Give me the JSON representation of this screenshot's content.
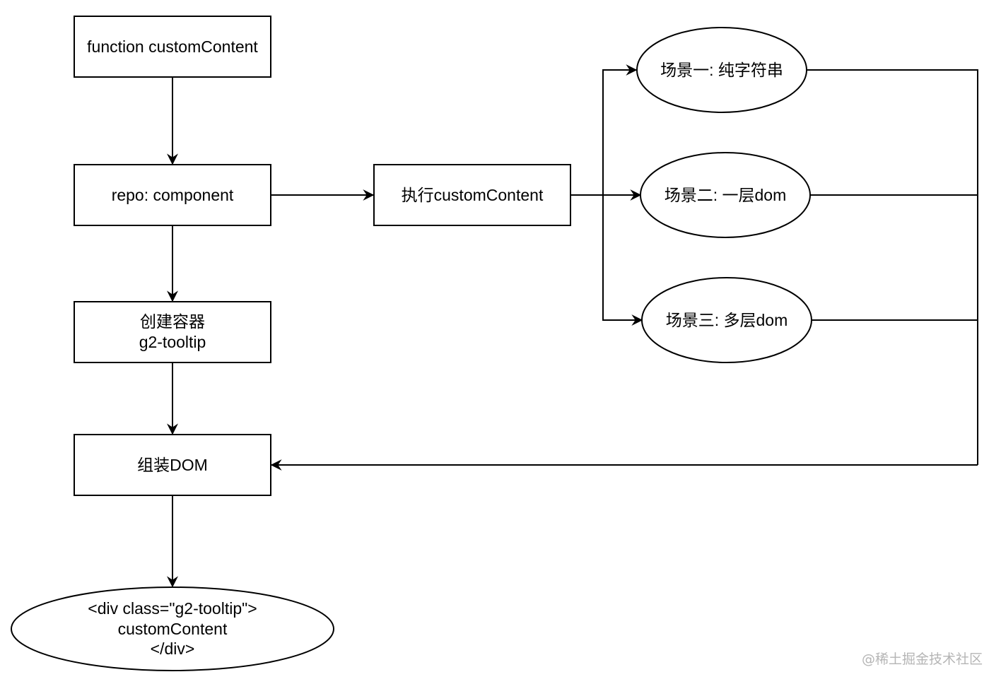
{
  "diagram": {
    "nodes": {
      "custom_content_fn": {
        "label": "function customContent"
      },
      "repo_component": {
        "label": "repo: component"
      },
      "create_container": {
        "line1": "创建容器",
        "line2": "g2-tooltip"
      },
      "assemble_dom": {
        "label": "组装DOM"
      },
      "execute_custom_content": {
        "label": "执行customContent"
      },
      "scene_1": {
        "label": "场景一: 纯字符串"
      },
      "scene_2": {
        "label": "场景二: 一层dom"
      },
      "scene_3": {
        "label": "场景三: 多层dom"
      },
      "output_div": {
        "line1": "<div class=\"g2-tooltip\">",
        "line2": "customContent",
        "line3": "</div>"
      }
    }
  },
  "watermark": "@稀土掘金技术社区",
  "colors": {
    "stroke": "#000000",
    "fill": "#ffffff",
    "watermark": "#b5b5b5"
  }
}
